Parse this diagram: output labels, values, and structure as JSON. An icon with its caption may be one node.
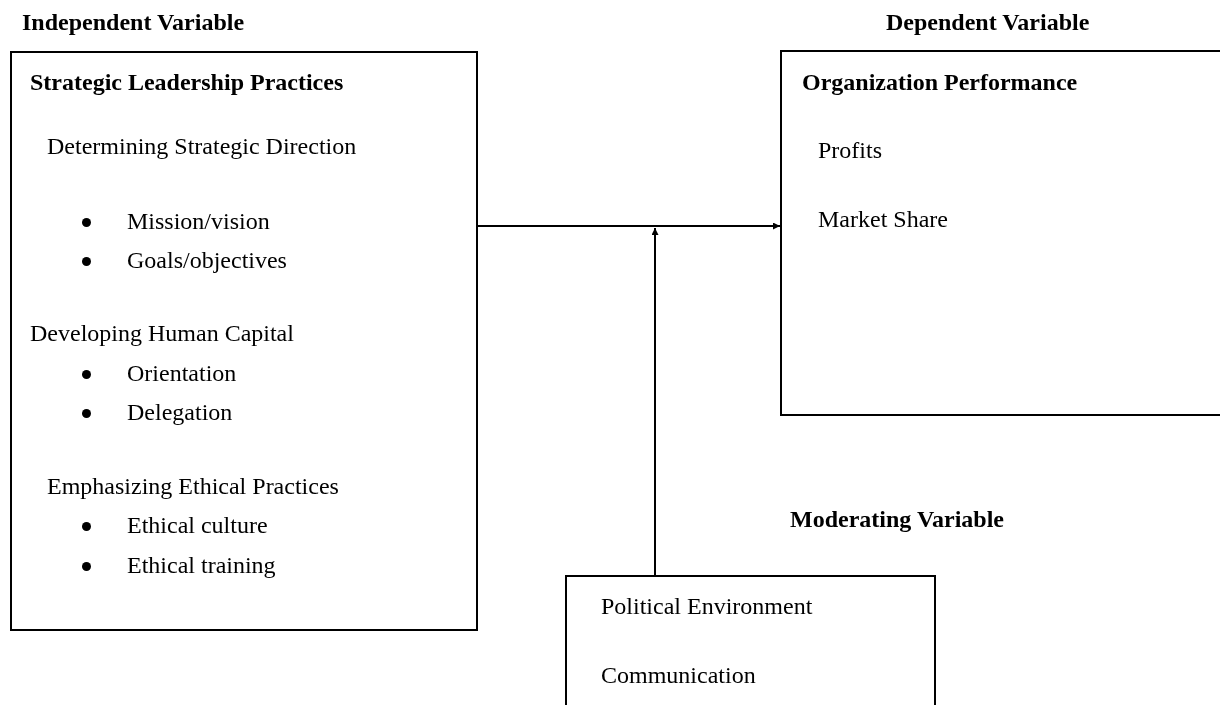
{
  "diagram": {
    "nodes": [
      {
        "text": [
          "Strategic Leadership Practices",
          "Determining Strategic Direction",
          "Mission/vision",
          "Goals/objectives",
          "Developing Human Capital",
          "Orientation",
          "Delegation",
          "Emphasizing Ethical Practices",
          "Ethical culture",
          "Ethical training"
        ]
      },
      {
        "text": [
          "Organization Performance",
          "Profits",
          "Market Share"
        ]
      },
      {
        "text": [
          "Political Environment",
          "Communication"
        ]
      }
    ],
    "edges": [
      {
        "from": 0,
        "to": 1,
        "arrow": "to"
      },
      {
        "from": 2,
        "to": null,
        "arrow": "to"
      }
    ],
    "labels": [
      "Independent Variable",
      "Dependent Variable",
      "Moderating Variable"
    ]
  }
}
